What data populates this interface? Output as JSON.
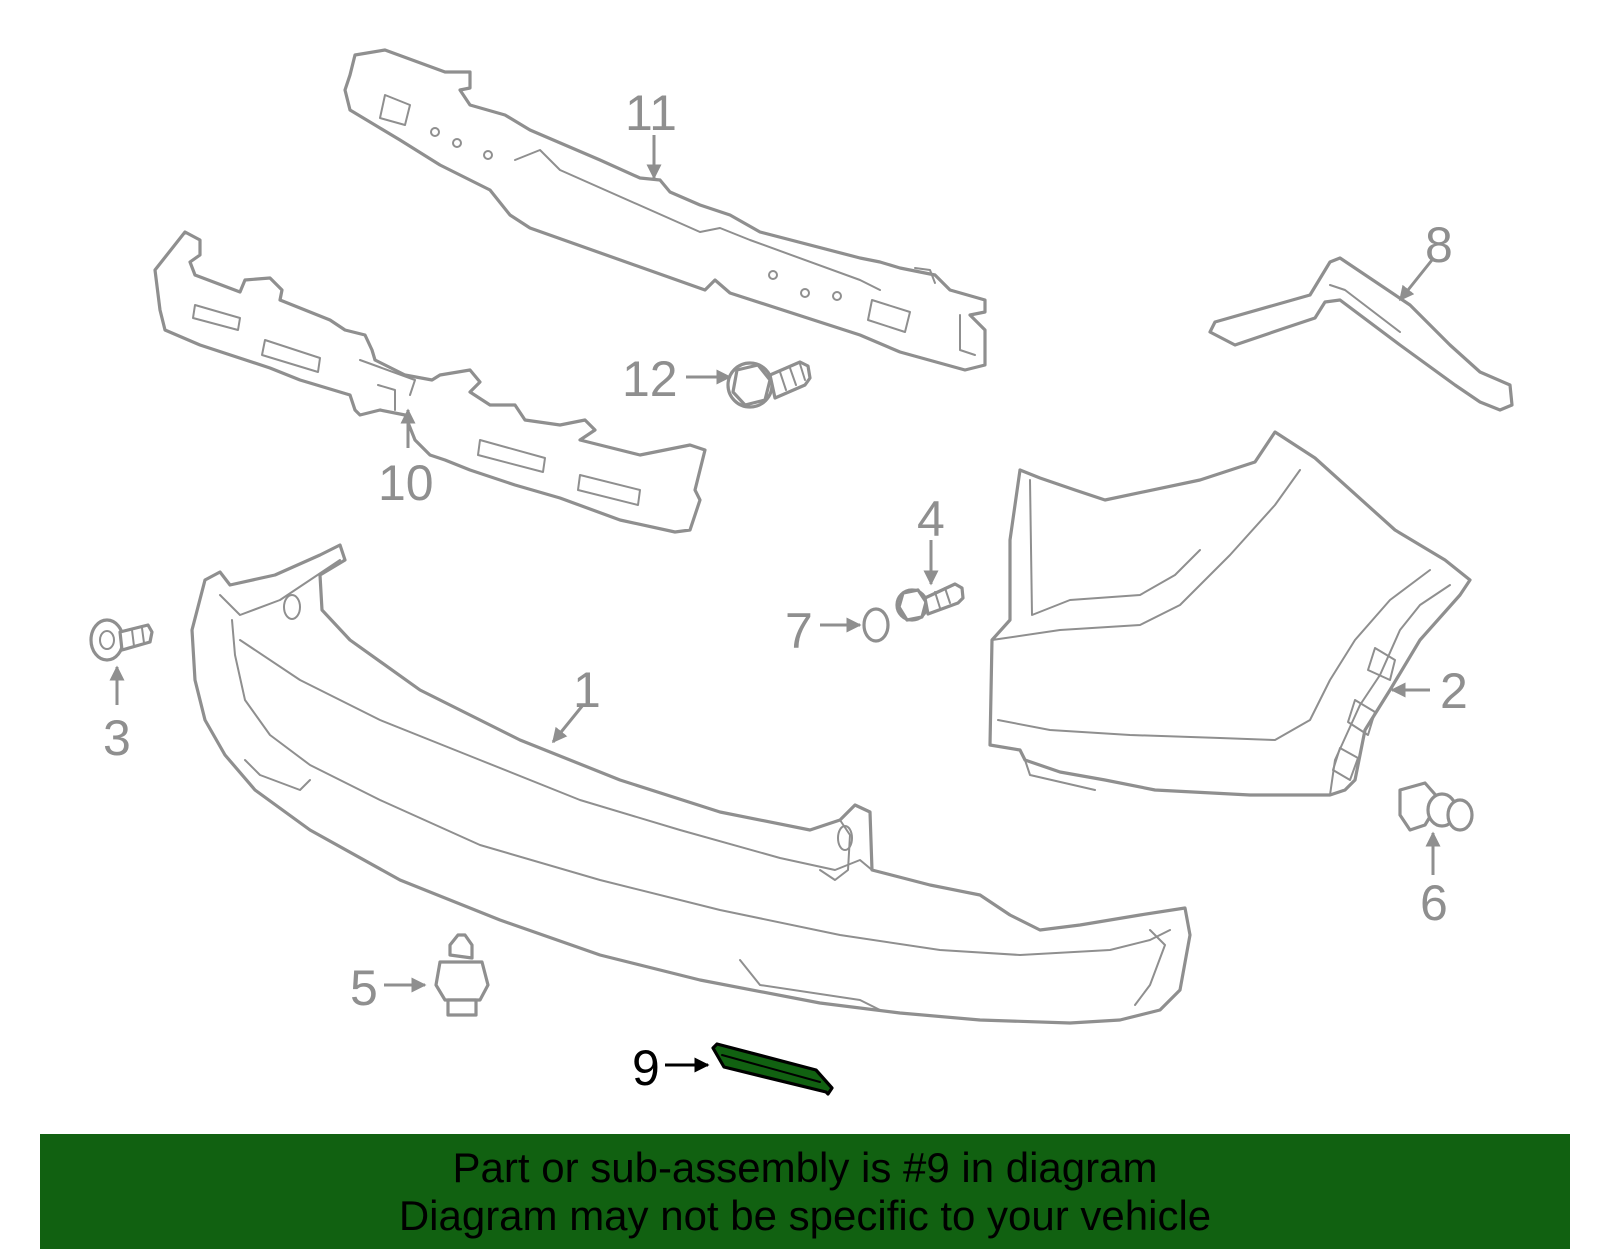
{
  "callouts": [
    "1",
    "2",
    "3",
    "4",
    "5",
    "6",
    "7",
    "8",
    "9",
    "10",
    "11",
    "12"
  ],
  "highlighted_callout": "9",
  "colors": {
    "line": "#8f8f8f",
    "highlight_fill": "#116111",
    "banner_bg": "#116111",
    "text_highlight": "#000000",
    "background": "#ffffff"
  },
  "banner": {
    "line1": "Part or sub-assembly is #9 in diagram",
    "line2": "Diagram may not be specific to your vehicle"
  }
}
